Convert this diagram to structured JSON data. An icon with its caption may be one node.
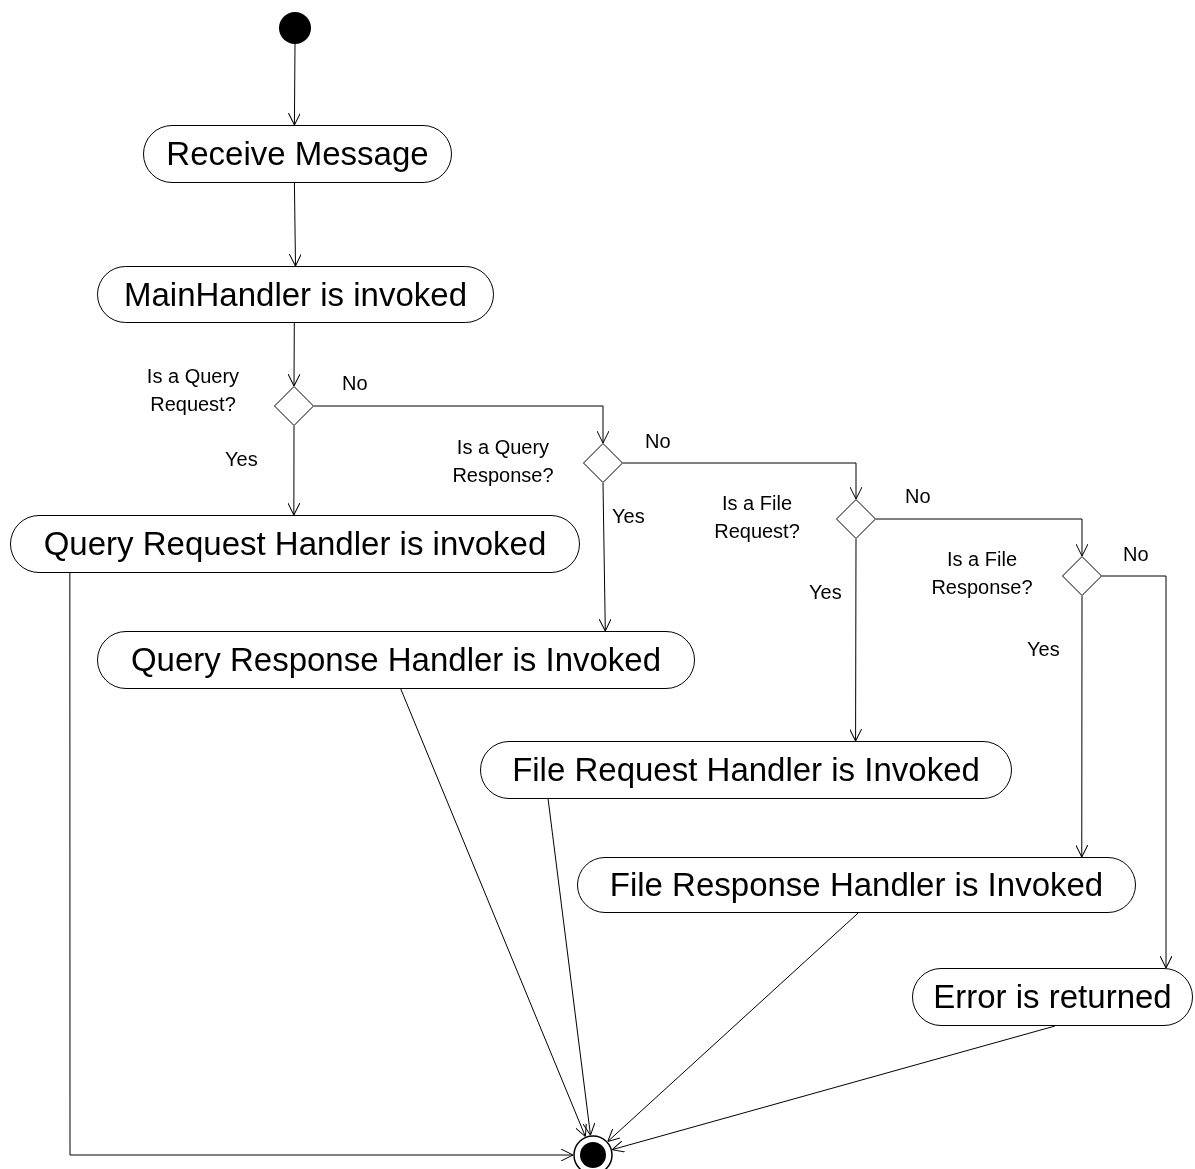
{
  "diagram": {
    "nodes": [
      {
        "text": [],
        "shape": "circle"
      },
      {
        "text": [
          "Receive Message"
        ]
      },
      {
        "text": [
          "MainHandler is invoked"
        ]
      },
      {
        "text": [],
        "shape": "diamond",
        "beside": [
          "Is a Query Request?"
        ]
      },
      {
        "text": [
          "Query Request Handler is invoked"
        ]
      },
      {
        "text": [],
        "shape": "diamond",
        "beside": [
          "Is a Query Response?"
        ]
      },
      {
        "text": [
          "Query Response Handler is Invoked"
        ]
      },
      {
        "text": [],
        "shape": "diamond",
        "beside": [
          "Is a File Request?"
        ]
      },
      {
        "text": [
          "File Request Handler is Invoked"
        ]
      },
      {
        "text": [],
        "shape": "diamond",
        "beside": [
          "Is a File Response?"
        ]
      },
      {
        "text": [
          "File Response Handler is Invoked"
        ]
      },
      {
        "text": [
          "Error is returned"
        ]
      },
      {
        "text": [],
        "shape": "circle"
      }
    ],
    "edges": [
      {
        "from": 0,
        "to": 1,
        "arrow": "to"
      },
      {
        "from": 1,
        "to": 2,
        "arrow": "to"
      },
      {
        "from": 2,
        "to": 3,
        "arrow": "to"
      },
      {
        "from": 3,
        "to": 4,
        "arrow": "to",
        "label": "Yes"
      },
      {
        "from": 3,
        "to": 5,
        "arrow": "to",
        "label": "No"
      },
      {
        "from": 5,
        "to": 6,
        "arrow": "to",
        "label": "Yes"
      },
      {
        "from": 5,
        "to": 7,
        "arrow": "to",
        "label": "No"
      },
      {
        "from": 7,
        "to": 8,
        "arrow": "to",
        "label": "Yes"
      },
      {
        "from": 7,
        "to": 9,
        "arrow": "to",
        "label": "No"
      },
      {
        "from": 9,
        "to": 10,
        "arrow": "to",
        "label": "Yes"
      },
      {
        "from": 9,
        "to": 11,
        "arrow": "to",
        "label": "No"
      },
      {
        "from": 4,
        "to": 12,
        "arrow": "to"
      },
      {
        "from": 6,
        "to": 12,
        "arrow": "to"
      },
      {
        "from": 8,
        "to": 12,
        "arrow": "to"
      },
      {
        "from": 10,
        "to": 12,
        "arrow": "to"
      },
      {
        "from": 11,
        "to": 12,
        "arrow": "to"
      }
    ]
  }
}
